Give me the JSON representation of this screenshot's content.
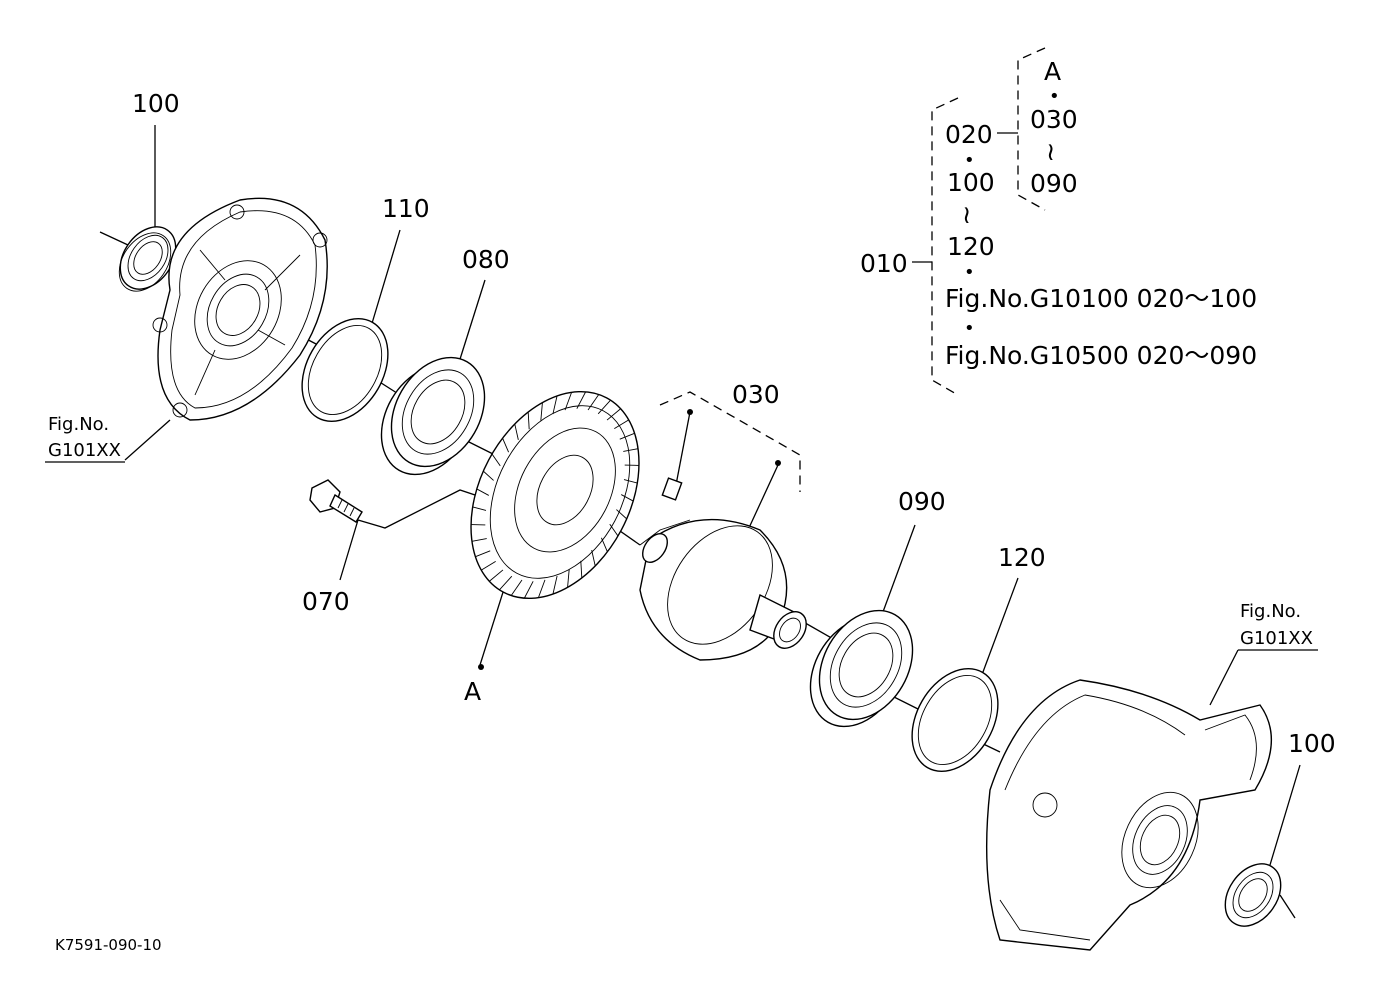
{
  "diagram": {
    "code": "K7591-090-10",
    "labels": {
      "p100_left": "100",
      "p110": "110",
      "p080": "080",
      "p030": "030",
      "p070": "070",
      "ref_a": "A",
      "p090": "090",
      "p120": "120",
      "p100_right": "100"
    },
    "fig_refs": {
      "left_line1": "Fig.No.",
      "left_line2": "G101XX",
      "right_line1": "Fig.No.",
      "right_line2": "G101XX"
    },
    "legend": {
      "top_a": "A",
      "top_dot1": "•",
      "top_030": "030",
      "top_tilde": "≀",
      "top_090": "090",
      "mid_020": "020",
      "mid_dot1": "•",
      "mid_100": "100",
      "mid_tilde": "≀",
      "mid_120": "120",
      "mid_dot2": "•",
      "fig1": "Fig.No.G10100  020～100",
      "mid_dot3": "•",
      "fig2": "Fig.No.G10500  020～090",
      "root_010": "010"
    }
  }
}
